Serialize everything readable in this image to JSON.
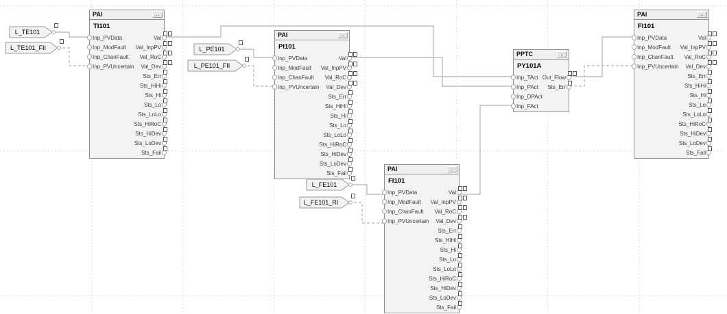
{
  "ui": {
    "dots_label": ".."
  },
  "colors": {
    "wire": "#b0b0b0",
    "grid": "#dedede",
    "block_fill": "#f3f3f1",
    "block_border": "#8f8f8f",
    "tag_fill": "#f3f3f1"
  },
  "blocks": [
    {
      "id": "pai-ti101",
      "header": "PAI",
      "title": "TI101",
      "inputs": [
        {
          "label": "Inp_PVData"
        },
        {
          "label": "Inp_ModFault"
        },
        {
          "label": "Inp_ChanFault"
        },
        {
          "label": "Inp_PVUncertain"
        }
      ],
      "outputs": [
        {
          "label": "Val",
          "type": "real"
        },
        {
          "label": "Val_InpPV",
          "type": "real"
        },
        {
          "label": "Val_RoC",
          "type": "real"
        },
        {
          "label": "Val_Dev",
          "type": "real"
        },
        {
          "label": "Sts_Err",
          "type": "bool"
        },
        {
          "label": "Sts_HiHi",
          "type": "bool"
        },
        {
          "label": "Sts_Hi",
          "type": "bool"
        },
        {
          "label": "Sts_Lo",
          "type": "bool"
        },
        {
          "label": "Sts_LoLo",
          "type": "bool"
        },
        {
          "label": "Sts_HiRoC",
          "type": "bool"
        },
        {
          "label": "Sts_HiDev",
          "type": "bool"
        },
        {
          "label": "Sts_LoDev",
          "type": "bool"
        },
        {
          "label": "Sts_Fail",
          "type": "bool"
        }
      ]
    },
    {
      "id": "pai-pi101",
      "header": "PAI",
      "title": "PI101",
      "inputs": [
        {
          "label": "Inp_PVData"
        },
        {
          "label": "Inp_ModFault"
        },
        {
          "label": "Inp_ChanFault"
        },
        {
          "label": "Inp_PVUncertain"
        }
      ],
      "outputs": [
        {
          "label": "Val",
          "type": "real"
        },
        {
          "label": "Val_InpPV",
          "type": "real"
        },
        {
          "label": "Val_RoC",
          "type": "real"
        },
        {
          "label": "Val_Dev",
          "type": "real"
        },
        {
          "label": "Sts_Err",
          "type": "bool"
        },
        {
          "label": "Sts_HiHi",
          "type": "bool"
        },
        {
          "label": "Sts_Hi",
          "type": "bool"
        },
        {
          "label": "Sts_Lo",
          "type": "bool"
        },
        {
          "label": "Sts_LoLo",
          "type": "bool"
        },
        {
          "label": "Sts_HiRoC",
          "type": "bool"
        },
        {
          "label": "Sts_HiDev",
          "type": "bool"
        },
        {
          "label": "Sts_LoDev",
          "type": "bool"
        },
        {
          "label": "Sts_Fail",
          "type": "bool"
        }
      ]
    },
    {
      "id": "pai-fi101",
      "header": "PAI",
      "title": "FI101",
      "inputs": [
        {
          "label": "Inp_PVData"
        },
        {
          "label": "Inp_ModFault"
        },
        {
          "label": "Inp_ChanFault"
        },
        {
          "label": "Inp_PVUncertain"
        }
      ],
      "outputs": [
        {
          "label": "Val",
          "type": "real"
        },
        {
          "label": "Val_InpPV",
          "type": "real"
        },
        {
          "label": "Val_RoC",
          "type": "real"
        },
        {
          "label": "Val_Dev",
          "type": "real"
        },
        {
          "label": "Sts_Err",
          "type": "bool"
        },
        {
          "label": "Sts_HiHi",
          "type": "bool"
        },
        {
          "label": "Sts_Hi",
          "type": "bool"
        },
        {
          "label": "Sts_Lo",
          "type": "bool"
        },
        {
          "label": "Sts_LoLo",
          "type": "bool"
        },
        {
          "label": "Sts_HiRoC",
          "type": "bool"
        },
        {
          "label": "Sts_HiDev",
          "type": "bool"
        },
        {
          "label": "Sts_LoDev",
          "type": "bool"
        },
        {
          "label": "Sts_Fail",
          "type": "bool"
        }
      ]
    },
    {
      "id": "pptc-py101a",
      "header": "PPTC",
      "title": "PY101A",
      "inputs": [
        {
          "label": "Inp_TAct"
        },
        {
          "label": "Inp_PAct"
        },
        {
          "label": "Inp_DPAct"
        },
        {
          "label": "Inp_FAct"
        }
      ],
      "outputs": [
        {
          "label": "Out_Flow",
          "type": "real"
        },
        {
          "label": "Sts_Err",
          "type": "bool"
        }
      ]
    },
    {
      "id": "pai-fi101-comp",
      "header": "PAI",
      "title": "FI101",
      "inputs": [
        {
          "label": "Inp_PVData"
        },
        {
          "label": "Inp_ModFault"
        },
        {
          "label": "Inp_ChanFault"
        },
        {
          "label": "Inp_PVUncertain"
        }
      ],
      "outputs": [
        {
          "label": "Val",
          "type": "real"
        },
        {
          "label": "Val_InpPV",
          "type": "real"
        },
        {
          "label": "Val_RoC",
          "type": "real"
        },
        {
          "label": "Val_Dev",
          "type": "real"
        },
        {
          "label": "Sts_Err",
          "type": "bool"
        },
        {
          "label": "Sts_HiHi",
          "type": "bool"
        },
        {
          "label": "Sts_Hi",
          "type": "bool"
        },
        {
          "label": "Sts_Lo",
          "type": "bool"
        },
        {
          "label": "Sts_LoLo",
          "type": "bool"
        },
        {
          "label": "Sts_HiRoC",
          "type": "bool"
        },
        {
          "label": "Sts_HiDev",
          "type": "bool"
        },
        {
          "label": "Sts_LoDev",
          "type": "bool"
        },
        {
          "label": "Sts_Fail",
          "type": "bool"
        }
      ]
    }
  ],
  "tags": [
    {
      "id": "l-te101",
      "label": "L_TE101"
    },
    {
      "id": "l-te101-fii",
      "label": "L_TE101_FII"
    },
    {
      "id": "l-pe101",
      "label": "L_PE101"
    },
    {
      "id": "l-pe101-fii",
      "label": "L_PE101_FII"
    },
    {
      "id": "l-fe101",
      "label": "L_FE101"
    },
    {
      "id": "l-fe101-ri",
      "label": "L_FE101_RI"
    }
  ]
}
